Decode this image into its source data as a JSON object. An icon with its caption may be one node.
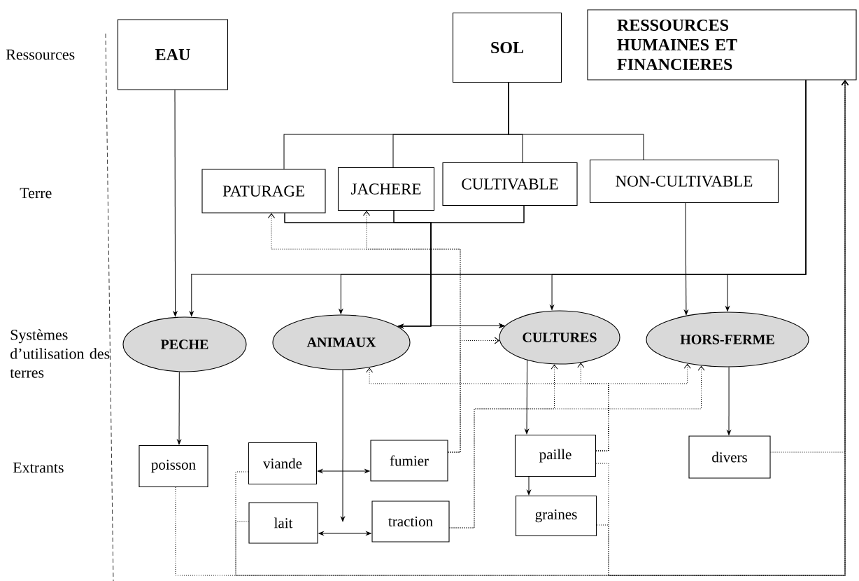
{
  "diagram": {
    "nodes": [
      {
        "text": [
          "EAU"
        ]
      },
      {
        "text": [
          "SOL"
        ]
      },
      {
        "text": [
          "RESSOURCES HUMAINES ET FINANCIERES"
        ]
      },
      {
        "text": [
          "PATURAGE"
        ]
      },
      {
        "text": [
          "JACHERE"
        ]
      },
      {
        "text": [
          "CULTIVABLE"
        ]
      },
      {
        "text": [
          "NON-CULTIVABLE"
        ]
      },
      {
        "text": [
          "PECHE"
        ]
      },
      {
        "text": [
          "ANIMAUX"
        ]
      },
      {
        "text": [
          "CULTURES"
        ]
      },
      {
        "text": [
          "HORS-FERME"
        ]
      },
      {
        "text": [
          "poisson"
        ]
      },
      {
        "text": [
          "viande"
        ]
      },
      {
        "text": [
          "fumier"
        ]
      },
      {
        "text": [
          "paille"
        ]
      },
      {
        "text": [
          "divers"
        ]
      },
      {
        "text": [
          "lait"
        ]
      },
      {
        "text": [
          "traction"
        ]
      },
      {
        "text": [
          "graines"
        ]
      }
    ],
    "edges": [
      {
        "from": 0,
        "to": 7,
        "arrow": "to"
      },
      {
        "from": 1,
        "to": 3,
        "arrow": "none"
      },
      {
        "from": 1,
        "to": 4,
        "arrow": "none"
      },
      {
        "from": 1,
        "to": 5,
        "arrow": "none"
      },
      {
        "from": 1,
        "to": 6,
        "arrow": "none"
      },
      {
        "from": 3,
        "to": 8,
        "arrow": "to"
      },
      {
        "from": 3,
        "to": 9,
        "arrow": "to"
      },
      {
        "from": 4,
        "to": 8,
        "arrow": "to"
      },
      {
        "from": 4,
        "to": 9,
        "arrow": "to"
      },
      {
        "from": 5,
        "to": 8,
        "arrow": "to"
      },
      {
        "from": 5,
        "to": 9,
        "arrow": "to"
      },
      {
        "from": 6,
        "to": 10,
        "arrow": "to"
      },
      {
        "from": 2,
        "to": 7,
        "arrow": "to"
      },
      {
        "from": 2,
        "to": 8,
        "arrow": "to"
      },
      {
        "from": 2,
        "to": 9,
        "arrow": "to"
      },
      {
        "from": 2,
        "to": 10,
        "arrow": "to"
      },
      {
        "from": 7,
        "to": 11,
        "arrow": "to"
      },
      {
        "from": 8,
        "to": null,
        "arrow": "to"
      },
      {
        "from": 9,
        "to": 14,
        "arrow": "to"
      },
      {
        "from": 14,
        "to": 18,
        "arrow": "to"
      },
      {
        "from": 10,
        "to": 15,
        "arrow": "to"
      },
      {
        "from": 12,
        "to": 13,
        "arrow": "both"
      },
      {
        "from": 16,
        "to": 17,
        "arrow": "both"
      },
      {
        "from": 13,
        "to": 3,
        "arrow": "to",
        "style": "dashed"
      },
      {
        "from": 13,
        "to": 4,
        "arrow": "to",
        "style": "dashed"
      },
      {
        "from": 13,
        "to": 9,
        "arrow": "to",
        "style": "dashed"
      },
      {
        "from": 14,
        "to": 8,
        "arrow": "to",
        "style": "dashed"
      },
      {
        "from": 14,
        "to": 9,
        "arrow": "to",
        "style": "dashed"
      },
      {
        "from": 14,
        "to": 10,
        "arrow": "to",
        "style": "dashed"
      },
      {
        "from": 17,
        "to": 9,
        "arrow": "to",
        "style": "dashed"
      },
      {
        "from": 17,
        "to": 10,
        "arrow": "to",
        "style": "dashed"
      },
      {
        "from": 11,
        "to": 2,
        "arrow": "to",
        "style": "dashed"
      },
      {
        "from": 12,
        "to": 2,
        "arrow": "to",
        "style": "dashed"
      },
      {
        "from": 16,
        "to": 2,
        "arrow": "to",
        "style": "dashed"
      },
      {
        "from": 14,
        "to": 2,
        "arrow": "to",
        "style": "dashed"
      },
      {
        "from": 18,
        "to": 2,
        "arrow": "to",
        "style": "dashed"
      },
      {
        "from": 15,
        "to": 2,
        "arrow": "to",
        "style": "dashed"
      }
    ],
    "labels": [
      "Ressources",
      "Terre",
      "Systèmes d’utilisation des terres",
      "Extrants"
    ]
  }
}
